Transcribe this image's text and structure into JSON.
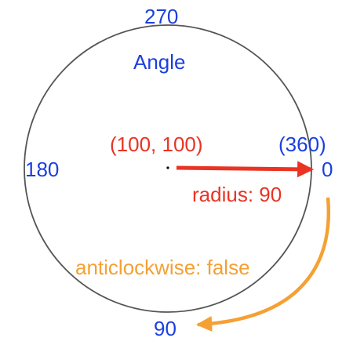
{
  "labels": {
    "angle_270": "270",
    "angle_title": "Angle",
    "center_coords": "(100, 100)",
    "angle_360": "(360)",
    "angle_180": "180",
    "angle_0": "0",
    "radius": "radius: 90",
    "anticlockwise": "anticlockwise: false",
    "angle_90": "90"
  },
  "colors": {
    "angle_labels": "#1a3fe0",
    "radius_arrow": "#ea3323",
    "direction_arrow": "#f5a033",
    "circle_stroke": "#555555",
    "center_dot": "#000000"
  }
}
